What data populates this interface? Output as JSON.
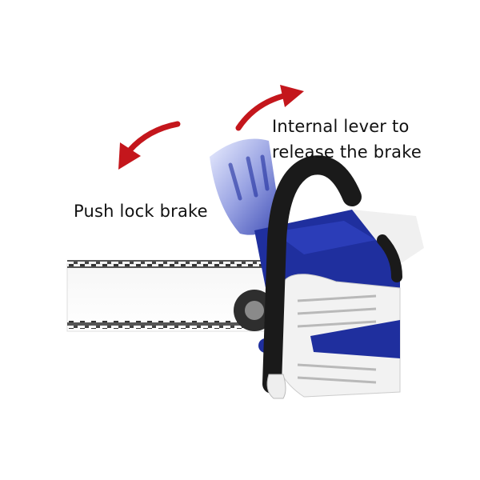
{
  "captions": {
    "push_lock_brake": "Push lock brake",
    "internal_lever_line1": "Internal lever to",
    "internal_lever_line2": "release the brake"
  },
  "colors": {
    "arrow": "#c4161c",
    "body_blue": "#1f2f9e",
    "handle_black": "#1a1a1a",
    "chain": "#4a4a4a"
  },
  "icons": {
    "left_arrow": "curved-arrow-left-icon",
    "right_arrow": "curved-arrow-right-icon"
  }
}
